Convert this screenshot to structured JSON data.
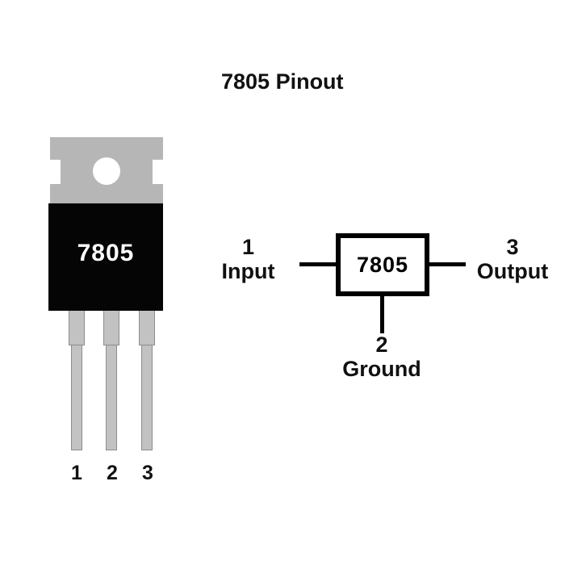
{
  "title": "7805 Pinout",
  "package": {
    "label": "7805",
    "pin_numbers": [
      "1",
      "2",
      "3"
    ]
  },
  "schematic": {
    "chip_label": "7805",
    "pins": {
      "left": {
        "number": "1",
        "name": "Input"
      },
      "right": {
        "number": "3",
        "name": "Output"
      },
      "bottom": {
        "number": "2",
        "name": "Ground"
      }
    }
  },
  "colors": {
    "background": "#ffffff",
    "tab_gray": "#b6b6b6",
    "leg_gray": "#c2c2c2",
    "leg_outline": "#8d8d8d",
    "body_black": "#050505",
    "text_black": "#111111",
    "chip_border": "#000000"
  }
}
